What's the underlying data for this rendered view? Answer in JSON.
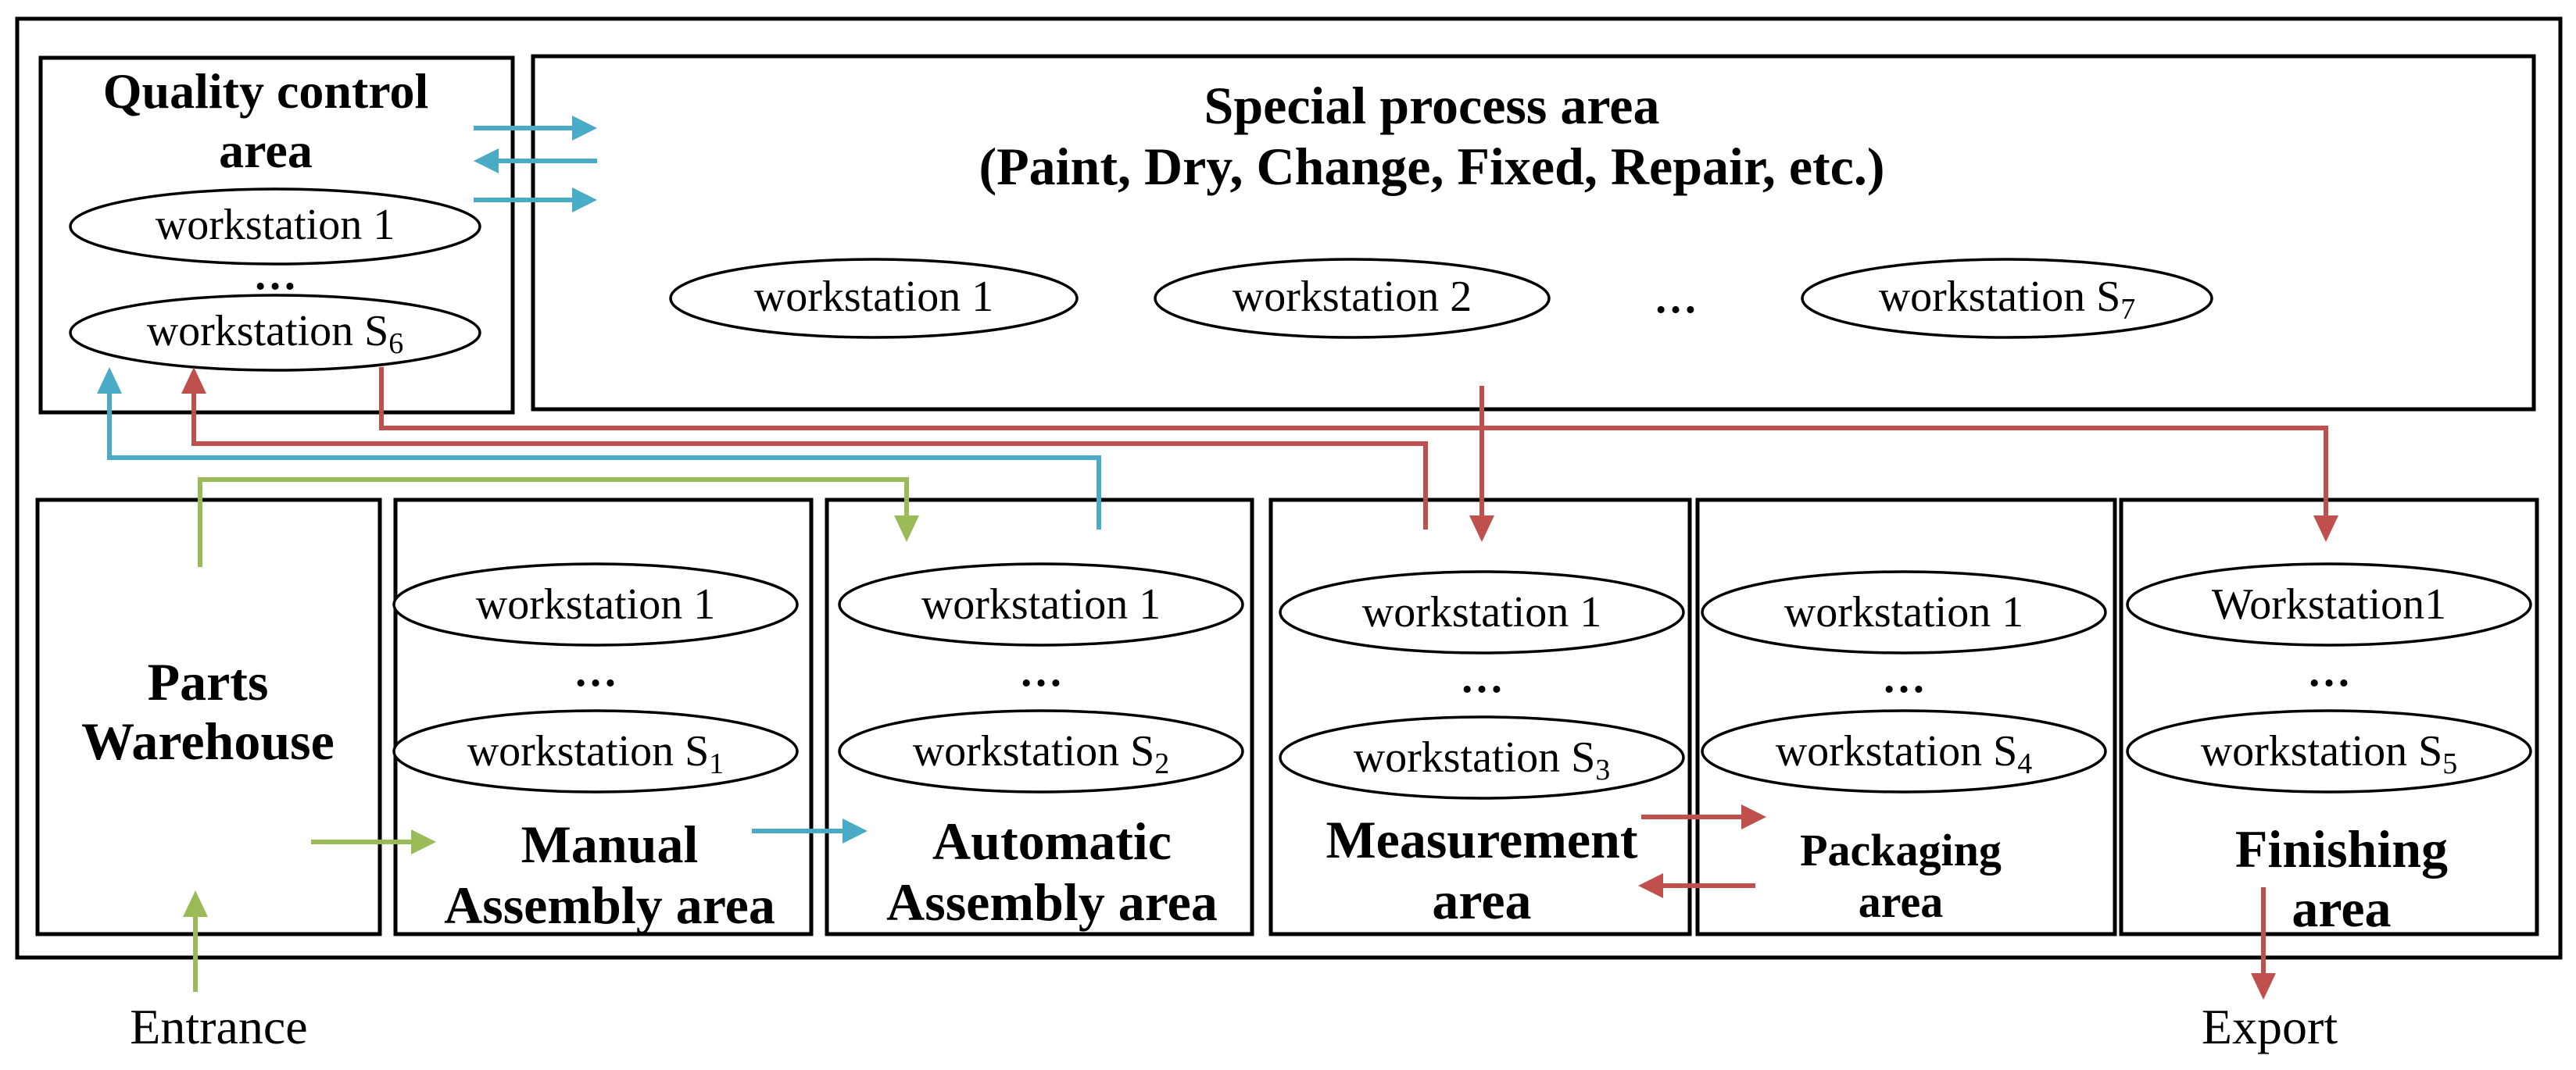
{
  "areas": {
    "quality_control": {
      "title_line1": "Quality control",
      "title_line2": "area",
      "ws_first": "workstation 1",
      "dots": "…",
      "ws_last": "workstation S",
      "ws_last_sub": "6"
    },
    "special_process": {
      "title_line1": "Special process area",
      "title_line2": "(Paint, Dry, Change, Fixed, Repair, etc.)",
      "ws_1": "workstation 1",
      "ws_2": "workstation 2",
      "dots": "…",
      "ws_last": "workstation S",
      "ws_last_sub": "7"
    },
    "parts_warehouse": {
      "title_line1": "Parts",
      "title_line2": "Warehouse"
    },
    "manual_assembly": {
      "title_line1": "Manual",
      "title_line2": "Assembly area",
      "ws_first": "workstation 1",
      "dots": "…",
      "ws_last": "workstation S",
      "ws_last_sub": "1"
    },
    "automatic_assembly": {
      "title_line1": "Automatic",
      "title_line2": "Assembly area",
      "ws_first": "workstation 1",
      "dots": "…",
      "ws_last": "workstation S",
      "ws_last_sub": "2"
    },
    "measurement": {
      "title_line1": "Measurement",
      "title_line2": "area",
      "ws_first": "workstation 1",
      "dots": "…",
      "ws_last": "workstation S",
      "ws_last_sub": "3"
    },
    "packaging": {
      "title_line1": "Packaging",
      "title_line2": "area",
      "ws_first": "workstation 1",
      "dots": "…",
      "ws_last": "workstation S",
      "ws_last_sub": "4"
    },
    "finishing": {
      "title_line1": "Finishing",
      "title_line2": "area",
      "ws_first": "Workstation1",
      "dots": "…",
      "ws_last": "workstation S",
      "ws_last_sub": "5"
    }
  },
  "labels": {
    "entrance": "Entrance",
    "export": "Export"
  },
  "colors": {
    "blue_flow": "#4aabc6",
    "green_flow": "#9bbb59",
    "red_flow": "#c0504d"
  }
}
